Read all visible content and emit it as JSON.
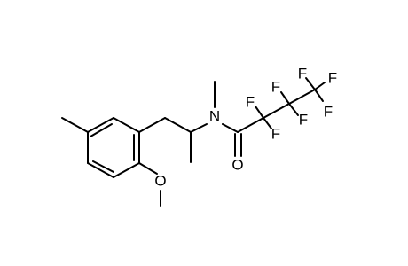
{
  "molecule": {
    "atoms": {
      "nitrogen": "N",
      "oxygen_carbonyl": "O",
      "oxygen_methoxy": "O",
      "fluorine_1": "F",
      "fluorine_2": "F",
      "fluorine_3": "F",
      "fluorine_4": "F",
      "fluorine_5": "F",
      "fluorine_6": "F",
      "fluorine_7": "F"
    },
    "colors": {
      "bond": "#000000",
      "label": "#000000",
      "background": "#ffffff"
    }
  }
}
